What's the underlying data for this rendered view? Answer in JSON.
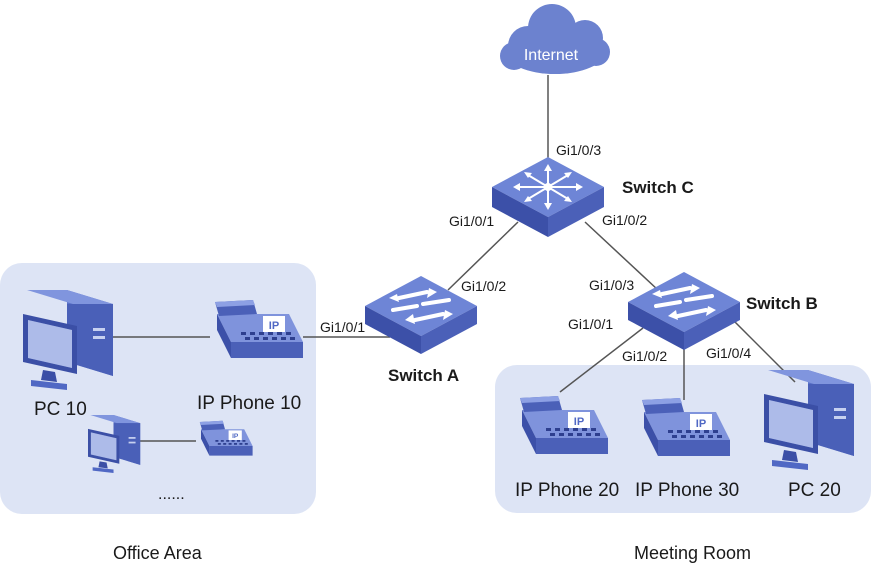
{
  "colors": {
    "device": "#5068c4",
    "device_dark": "#3c50a8",
    "device_light": "#7d92dc",
    "zone": "#dde4f5",
    "link": "#555555",
    "cloud": "#6c82cf"
  },
  "cloud": {
    "label": "Internet"
  },
  "switches": {
    "c": {
      "name": "Switch C",
      "ports": [
        "Gi1/0/3",
        "Gi1/0/1",
        "Gi1/0/2"
      ]
    },
    "a": {
      "name": "Switch A",
      "ports": [
        "Gi1/0/2",
        "Gi1/0/1"
      ]
    },
    "b": {
      "name": "Switch B",
      "ports": [
        "Gi1/0/3",
        "Gi1/0/1",
        "Gi1/0/2",
        "Gi1/0/4"
      ]
    }
  },
  "office": {
    "title": "Office Area",
    "pc_label": "PC 10",
    "phone_label": "IP Phone 10",
    "ellipsis": "......"
  },
  "meeting": {
    "title": "Meeting Room",
    "phone1_label": "IP Phone 20",
    "phone2_label": "IP Phone 30",
    "pc_label": "PC 20"
  },
  "icons": [
    "cloud-icon",
    "core-switch-icon",
    "switch-icon",
    "pc-icon",
    "ip-phone-icon"
  ]
}
